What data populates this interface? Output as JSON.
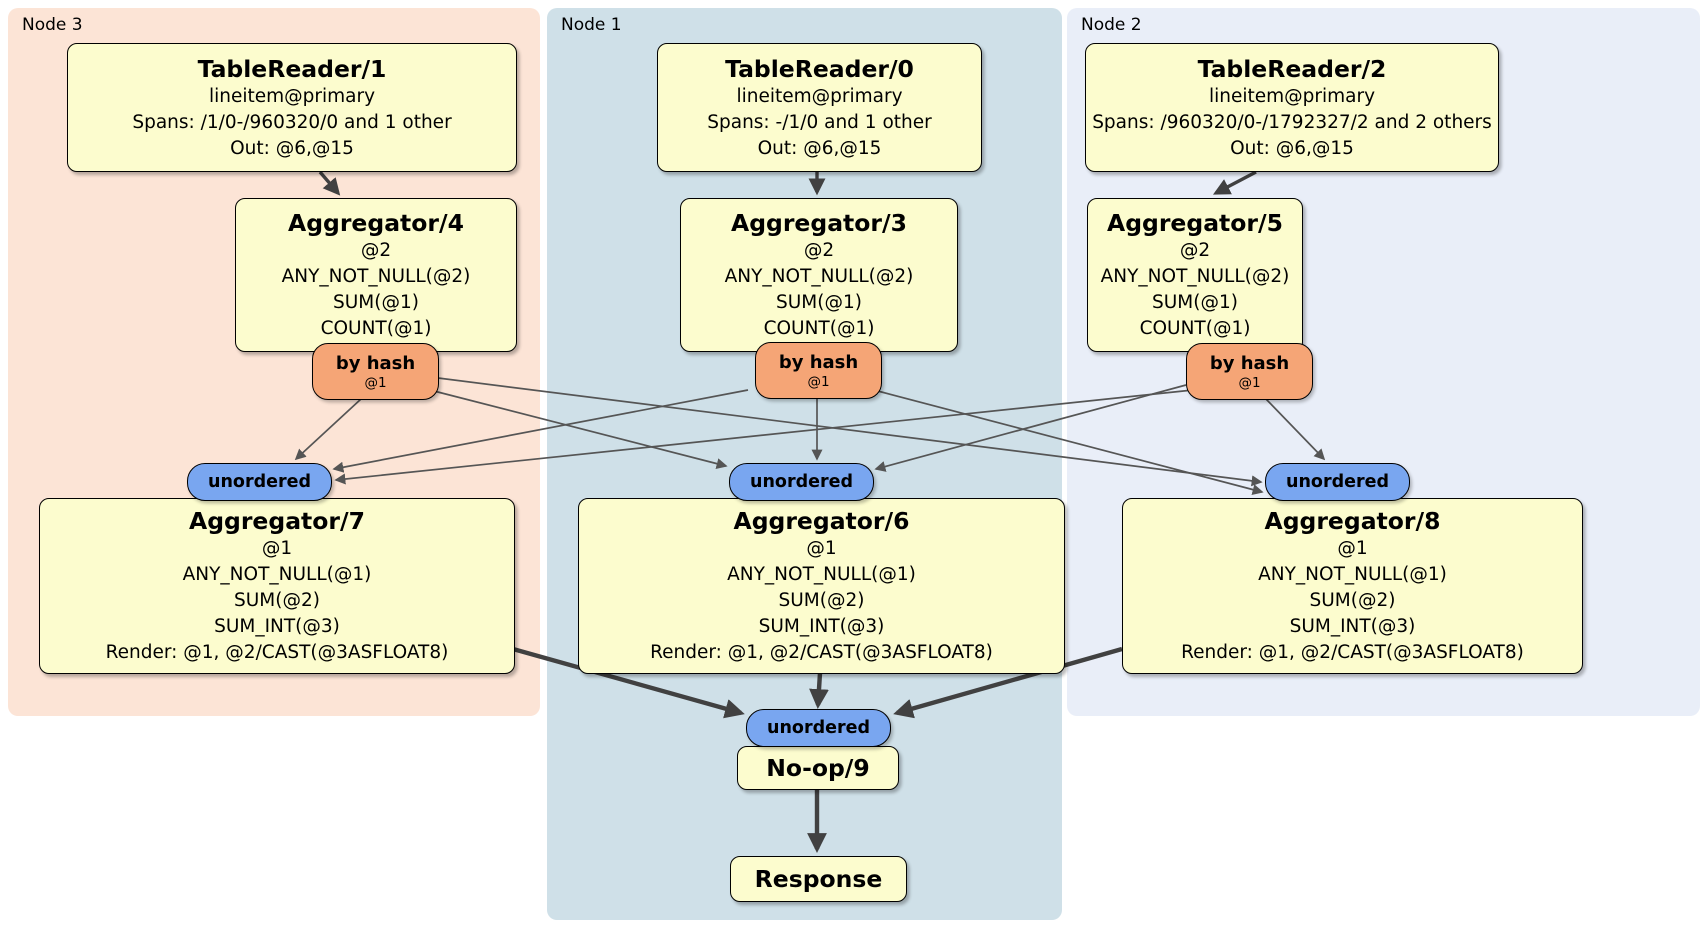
{
  "nodes": [
    {
      "label": "Node 3",
      "processors": [
        {
          "title": "TableReader/1",
          "lines": [
            "lineitem@primary",
            "Spans: /1/0-/960320/0 and 1 other",
            "Out: @6,@15"
          ]
        },
        {
          "title": "Aggregator/4",
          "lines": [
            "@2",
            "ANY_NOT_NULL(@2)",
            "SUM(@1)",
            "COUNT(@1)"
          ]
        },
        {
          "title": "Aggregator/7",
          "lines": [
            "@1",
            "ANY_NOT_NULL(@1)",
            "SUM(@2)",
            "SUM_INT(@3)",
            "Render: @1, @2/CAST(@3ASFLOAT8)"
          ]
        }
      ],
      "router": {
        "label": "by hash",
        "detail": "@1"
      },
      "sync": {
        "label": "unordered"
      }
    },
    {
      "label": "Node 1",
      "processors": [
        {
          "title": "TableReader/0",
          "lines": [
            "lineitem@primary",
            "Spans: -/1/0 and 1 other",
            "Out: @6,@15"
          ]
        },
        {
          "title": "Aggregator/3",
          "lines": [
            "@2",
            "ANY_NOT_NULL(@2)",
            "SUM(@1)",
            "COUNT(@1)"
          ]
        },
        {
          "title": "Aggregator/6",
          "lines": [
            "@1",
            "ANY_NOT_NULL(@1)",
            "SUM(@2)",
            "SUM_INT(@3)",
            "Render: @1, @2/CAST(@3ASFLOAT8)"
          ]
        }
      ],
      "router": {
        "label": "by hash",
        "detail": "@1"
      },
      "sync": {
        "label": "unordered"
      },
      "final_sync": {
        "label": "unordered"
      },
      "noop": {
        "title": "No-op/9"
      },
      "response": {
        "title": "Response"
      }
    },
    {
      "label": "Node 2",
      "processors": [
        {
          "title": "TableReader/2",
          "lines": [
            "lineitem@primary",
            "Spans: /960320/0-/1792327/2 and 2 others",
            "Out: @6,@15"
          ]
        },
        {
          "title": "Aggregator/5",
          "lines": [
            "@2",
            "ANY_NOT_NULL(@2)",
            "SUM(@1)",
            "COUNT(@1)"
          ]
        },
        {
          "title": "Aggregator/8",
          "lines": [
            "@1",
            "ANY_NOT_NULL(@1)",
            "SUM(@2)",
            "SUM_INT(@3)",
            "Render: @1, @2/CAST(@3ASFLOAT8)"
          ]
        }
      ],
      "router": {
        "label": "by hash",
        "detail": "@1"
      },
      "sync": {
        "label": "unordered"
      }
    }
  ],
  "colors": {
    "node3_bg": "#FCE4D6",
    "node1_bg": "#CFE0E8",
    "node2_bg": "#E9EEF8",
    "processor_fill": "#FCFCCE",
    "router_fill": "#F5A576",
    "sync_fill": "#79A6F0",
    "edge_thin": "#555555",
    "edge_thick": "#414141",
    "border": "#000000"
  }
}
